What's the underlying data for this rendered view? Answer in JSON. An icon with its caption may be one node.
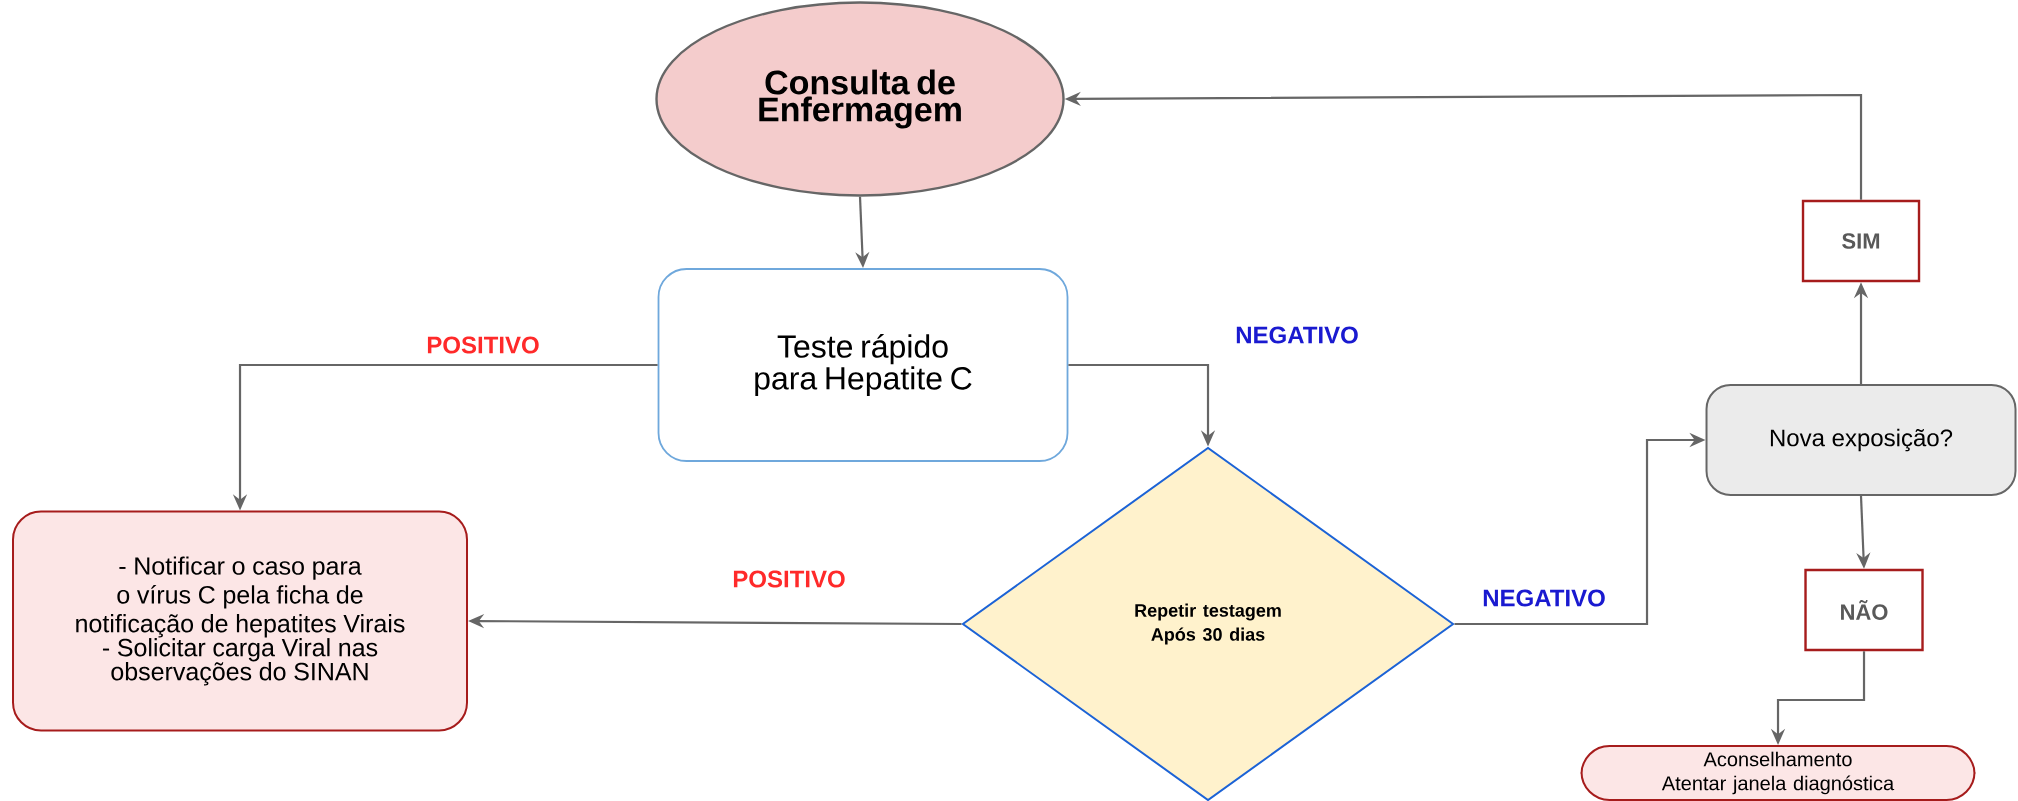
{
  "diagram": {
    "nodes": [
      {
        "text": [
          "Consulta de Enfermagem"
        ]
      },
      {
        "text": [
          "SIM"
        ]
      },
      {
        "text": [
          "Teste rápido para Hepatite C"
        ]
      },
      {
        "text": [
          "Nova exposição?"
        ]
      },
      {
        "text": [
          "- Notificar o caso para o vírus C pela ficha de notificação de hepatites Virais",
          "- Solicitar carga Viral nas observações do SINAN"
        ]
      },
      {
        "text": [
          "Repetir testagem Após 30 dias"
        ]
      },
      {
        "text": [
          "NÃO"
        ]
      },
      {
        "text": [
          "Aconselhamento",
          "Atentar janela diagnóstica"
        ]
      }
    ],
    "edges": [
      {
        "from": 0,
        "to": 2,
        "arrow": "to"
      },
      {
        "from": 2,
        "to": 4,
        "arrow": "to",
        "label": "POSITIVO"
      },
      {
        "from": 2,
        "to": 5,
        "arrow": "to",
        "label": "NEGATIVO"
      },
      {
        "from": 5,
        "to": 4,
        "arrow": "to",
        "label": "POSITIVO"
      },
      {
        "from": 5,
        "to": 3,
        "arrow": "to",
        "label": "NEGATIVO"
      },
      {
        "from": 3,
        "to": 1,
        "arrow": "to"
      },
      {
        "from": 1,
        "to": 0,
        "arrow": "to"
      },
      {
        "from": 3,
        "to": 6,
        "arrow": "to"
      },
      {
        "from": 6,
        "to": 7,
        "arrow": "to"
      }
    ]
  }
}
